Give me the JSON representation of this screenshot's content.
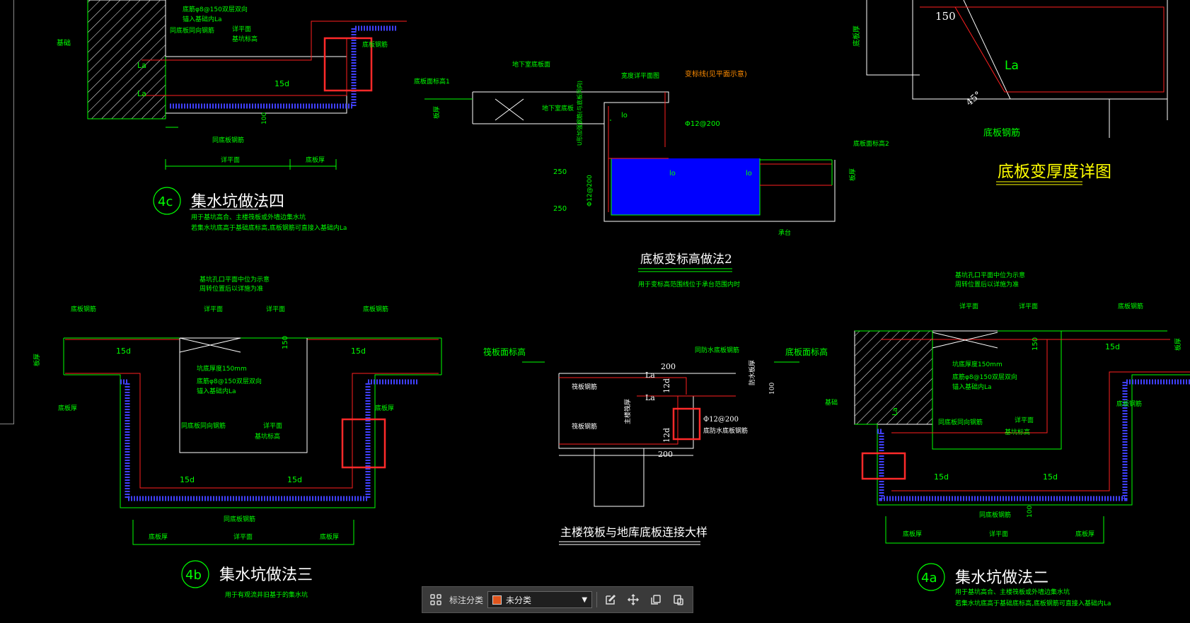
{
  "colors": {
    "background": "#000000",
    "green": "#00ff00",
    "rebar_red": "#ff2020",
    "highlight_red": "#ff2a2a",
    "water_blue": "#0000ff",
    "title_yellow": "#ffff00",
    "note_orange": "#ff8c00",
    "toolbar_bg": "#3a3a3a",
    "swatch": "#e0541c"
  },
  "details": {
    "d4c": {
      "num": "4c",
      "title": "集水坑做法四",
      "note1": "用于基坑高合、主楼筏板或外墙边集水坑",
      "note2": "若集水坑底高于基础底标高,底板钢筋可直接入基础内La",
      "lbl_jichu": "基础",
      "lbl_dibangangjin": "同底板钢筋",
      "lbl_dihou": "底板厚",
      "lbl_pingmian": "详平面",
      "lbl_jijin": "底板钢筋",
      "lbl_15d": "15d",
      "lbl_la": "La",
      "lbl_100": "100",
      "lbl_dianjin": "底筋φ8@150双层双向",
      "lbl_maoru": "锚入基础内La",
      "lbl_tongxiang": "同底板同向钢筋",
      "lbl_xiangpingmian": "详平面",
      "lbl_jikeng": "基坑标高"
    },
    "plate2": {
      "title": "底板变标高做法2",
      "note": "用于变标高范围线位于承台范围内时",
      "lbl_biaogao1": "底板面标高1",
      "lbl_biaogao2": "底板面标高2",
      "lbl_dixiashi": "地下室底板面",
      "lbl_dixia2": "地下室底板",
      "lbl_width": "宽度详平面图",
      "lbl_bianjie": "变标线(见平面示意)",
      "lbl_rebar1": "Φ12@200",
      "lbl_rebar2": "Φ12@200",
      "lbl_u": "U形加强钢筋(与底板同向)",
      "lbl_la": "lo",
      "lbl_250a": "250",
      "lbl_250b": "250",
      "lbl_chengtai": "承台",
      "lbl_banhou": "板厚",
      "lbl_banhou2": "板厚"
    },
    "thick": {
      "title": "底板变厚度详图",
      "lbl_150": "150",
      "lbl_la": "La",
      "lbl_45": "45°",
      "lbl_gangjin": "底板钢筋",
      "lbl_dibanhou": "底板厚"
    },
    "d4b": {
      "num": "4b",
      "title": "集水坑做法三",
      "note": "用于有观流井旧基于的集水坑",
      "lbl_top": "基坑孔口平面中位为示意",
      "lbl_top2": "周转位置后以详施为准",
      "lbl_diban_l": "底板钢筋",
      "lbl_diban_r": "底板钢筋",
      "lbl_pingmian1": "详平面",
      "lbl_pingmian2": "详平面",
      "lbl_150": "150",
      "lbl_15d": "15d",
      "lbl_houdu": "坑底厚度150mm",
      "lbl_dijin": "底筋φ8@150双层双向",
      "lbl_maoru": "锚入基础内La",
      "lbl_tongxiang": "同底板同向钢筋",
      "lbl_xpm": "详平面",
      "lbl_jkbg": "基坑标高",
      "lbl_dibanhou": "底板厚",
      "lbl_dihou": "底板厚",
      "lbl_dibanhou2": "底板厚",
      "lbl_xiangpingmian": "详平面",
      "lbl_tongdi": "同底板钢筋",
      "lbl_banhou": "板厚"
    },
    "main": {
      "title": "主楼筏板与地库底板连接大样",
      "lbl_fabian": "筏板面标高",
      "lbl_dibanbg": "底板面标高",
      "lbl_200a": "200",
      "lbl_200b": "200",
      "lbl_12d_a": "12d",
      "lbl_12d_b": "12d",
      "lbl_la1": "La",
      "lbl_la2": "La",
      "lbl_rebar": "Φ12@200",
      "lbl_tongshui": "同防水底板钢筋",
      "lbl_dishui": "底防水底板钢筋",
      "lbl_100": "100",
      "lbl_fabanjin": "筏板钢筋",
      "lbl_fabanjin2": "筏板钢筋",
      "lbl_zhuhou": "主楼筏厚",
      "lbl_fangshui": "防水板厚"
    },
    "d4a": {
      "num": "4a",
      "title": "集水坑做法二",
      "note1": "用于基坑高合、主楼筏板或外墙边集水坑",
      "note2": "若集水坑底高于基础底标高,底板钢筋可直接入基础内La",
      "lbl_top": "基坑孔口平面中位为示意",
      "lbl_top2": "周转位置后以详施为准",
      "lbl_pm1": "详平面",
      "lbl_pm2": "详平面",
      "lbl_diban": "底板钢筋",
      "lbl_diban2": "底板钢筋",
      "lbl_jichu": "基础",
      "lbl_150": "150",
      "lbl_15d": "15d",
      "lbl_houdu": "坑底厚度150mm",
      "lbl_dijin": "底筋φ8@150双层双向",
      "lbl_maoru": "锚入基础内La",
      "lbl_tongxiang": "同底板同向钢筋",
      "lbl_xpm": "详平面",
      "lbl_jkbg": "基坑标高",
      "lbl_dihou": "底板厚",
      "lbl_pingmian": "详平面",
      "lbl_dihou2": "底板厚",
      "lbl_tongdi": "同底板钢筋",
      "lbl_100": "100",
      "lbl_la": "La",
      "lbl_banhou": "板厚"
    }
  },
  "toolbar": {
    "category_label": "标注分类",
    "category_value": "未分类",
    "icons": [
      "grid-icon",
      "edit-icon",
      "move-icon",
      "copy-icon",
      "paste-icon"
    ]
  }
}
